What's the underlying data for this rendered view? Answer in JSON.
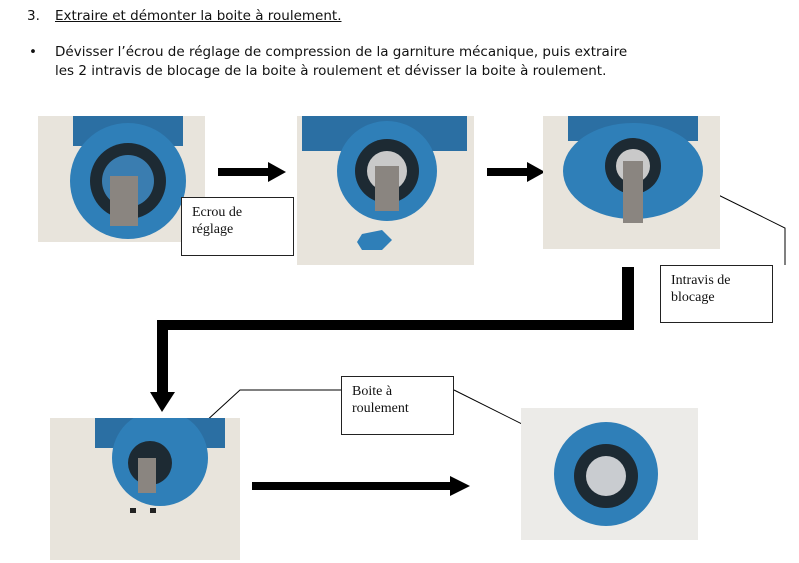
{
  "heading": {
    "number": "3.",
    "text": "Extraire et démonter la boite à roulement."
  },
  "bullet": {
    "symbol": "•",
    "line1": "Dévisser l’écrou de réglage de compression de la garniture mécanique, puis extraire",
    "line2": "les 2 intravis de blocage de la boite à roulement et dévisser la boite à roulement."
  },
  "labels": {
    "ecrou_l1": "Ecrou de",
    "ecrou_l2": "réglage",
    "intravis_l1": "Intravis de",
    "intravis_l2": "blocage",
    "boite_l1": "Boite à",
    "boite_l2": "roulement"
  },
  "colors": {
    "flange": "#2f7fb8",
    "background": "#e6e3dc"
  }
}
